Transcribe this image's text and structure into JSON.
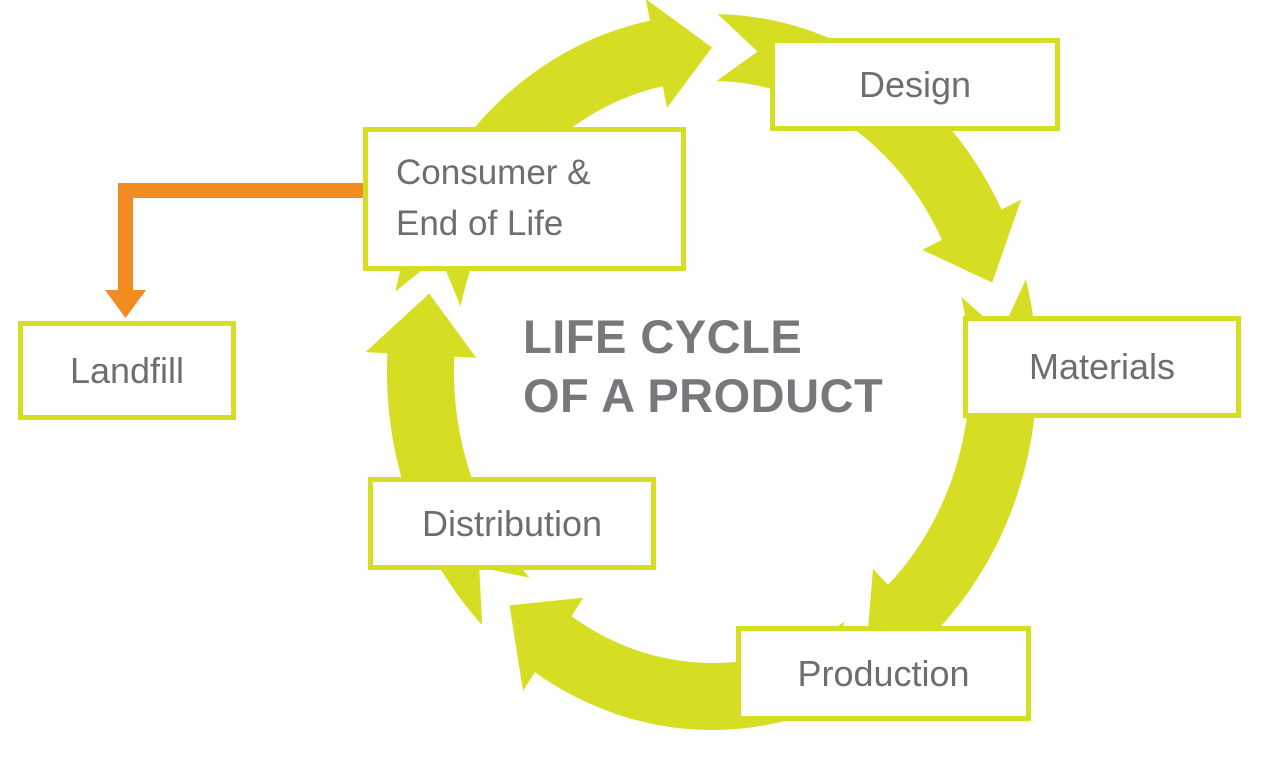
{
  "title": {
    "line1": "LIFE CYCLE",
    "line2": "OF A PRODUCT"
  },
  "stages": {
    "design": "Design",
    "materials": "Materials",
    "production": "Production",
    "distribution": "Distribution",
    "consumer": {
      "line1": "Consumer &",
      "line2": "End of Life"
    },
    "landfill": "Landfill"
  },
  "cycle_sequence": [
    "Design",
    "Materials",
    "Production",
    "Distribution",
    "Consumer & End of Life"
  ],
  "offramp": {
    "from": "Consumer & End of Life",
    "to": "Landfill"
  },
  "colors": {
    "cycle": "#d6de23",
    "arrow": "#f28b20",
    "label_text": "#6d6e71",
    "title_text": "#77787b",
    "background": "#ffffff",
    "box_background": "#ffffff"
  }
}
